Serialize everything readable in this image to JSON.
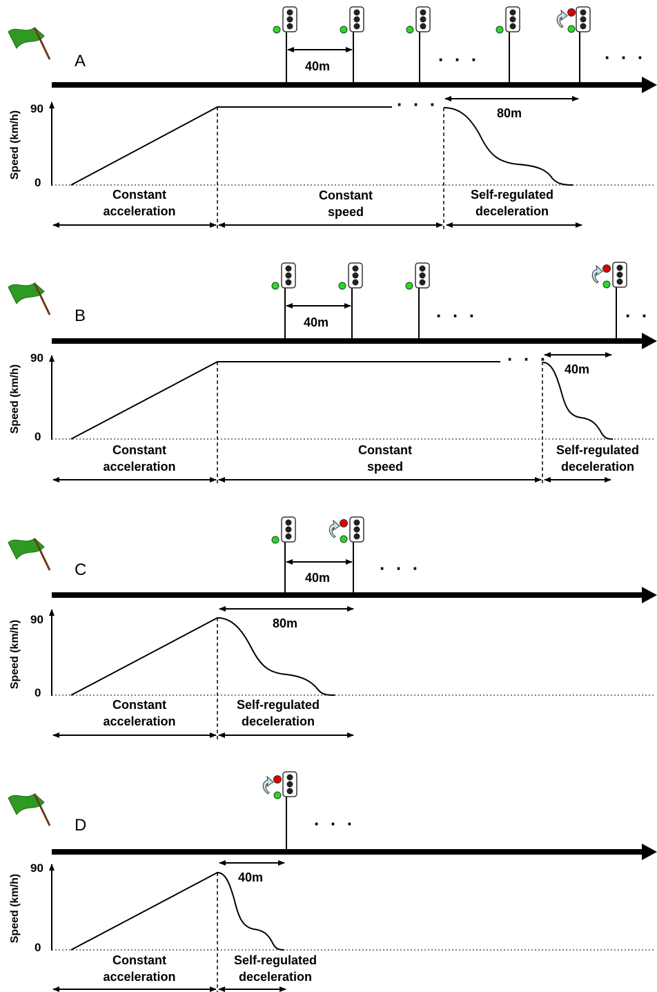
{
  "figure": {
    "colors": {
      "flag": "#2e9a22",
      "flag_pole": "#6b3a1e",
      "light_red": "#e00000",
      "light_green": "#22dd22",
      "light_off": "#222222",
      "arrow_turn": "#c7e2ee"
    },
    "icons": {
      "start": "green-flag-icon",
      "signal": "traffic-light-icon",
      "signal_turn": "turn-arrow-icon"
    },
    "ellipsis": "· · ·",
    "speed_axis": {
      "title": "Speed (km/h)",
      "max_label": "90",
      "min_label": "0"
    },
    "panels": [
      {
        "letter": "A",
        "spacing_label": "40m",
        "decel_distance_label": "80m",
        "phases": [
          [
            "Constant",
            "acceleration"
          ],
          [
            "Constant",
            "speed"
          ],
          [
            "Self-regulated",
            "deceleration"
          ]
        ]
      },
      {
        "letter": "B",
        "spacing_label": "40m",
        "decel_distance_label": "40m",
        "phases": [
          [
            "Constant",
            "acceleration"
          ],
          [
            "Constant",
            "speed"
          ],
          [
            "Self-regulated",
            "deceleration"
          ]
        ]
      },
      {
        "letter": "C",
        "spacing_label": "40m",
        "decel_distance_label": "80m",
        "phases": [
          [
            "Constant",
            "acceleration"
          ],
          [
            "Self-regulated",
            "deceleration"
          ]
        ]
      },
      {
        "letter": "D",
        "decel_distance_label": "40m",
        "phases": [
          [
            "Constant",
            "acceleration"
          ],
          [
            "Self-regulated",
            "deceleration"
          ]
        ]
      }
    ]
  }
}
